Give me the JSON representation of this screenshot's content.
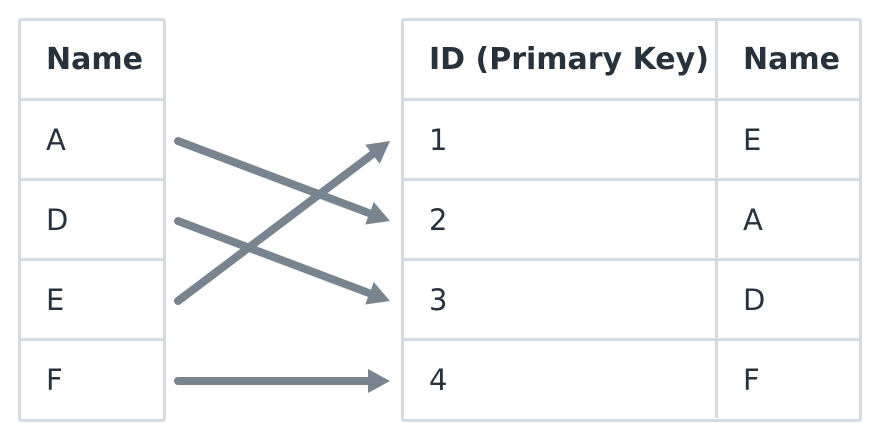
{
  "left_table": {
    "header": "Name",
    "rows": [
      "A",
      "D",
      "E",
      "F"
    ]
  },
  "right_table": {
    "headers": [
      "ID (Primary Key)",
      "Name"
    ],
    "rows": [
      {
        "id": "1",
        "name": "E"
      },
      {
        "id": "2",
        "name": "A"
      },
      {
        "id": "3",
        "name": "D"
      },
      {
        "id": "4",
        "name": "F"
      }
    ]
  },
  "mappings": [
    {
      "from": "A",
      "to": "2"
    },
    {
      "from": "D",
      "to": "3"
    },
    {
      "from": "E",
      "to": "1"
    },
    {
      "from": "F",
      "to": "4"
    }
  ],
  "colors": {
    "border": "#d5dbe1",
    "arrow": "#78848f",
    "text": "#27323d"
  }
}
